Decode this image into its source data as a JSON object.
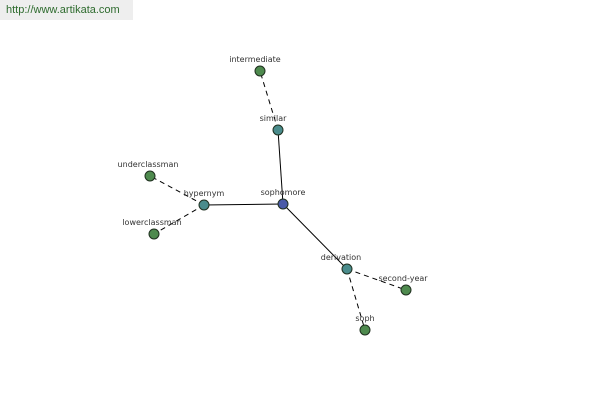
{
  "source_url": "http://www.artikata.com",
  "colors": {
    "center_node": "#4a5aa8",
    "relation_node": "#4a8c8c",
    "leaf_node": "#4e8a4e"
  },
  "graph": {
    "nodes": [
      {
        "id": "sophomore",
        "label": "sophomore",
        "kind": "center"
      },
      {
        "id": "similar",
        "label": "similar",
        "kind": "relation"
      },
      {
        "id": "intermediate",
        "label": "intermediate",
        "kind": "leaf"
      },
      {
        "id": "hypernym",
        "label": "hypernym",
        "kind": "relation"
      },
      {
        "id": "underclassman",
        "label": "underclassman",
        "kind": "leaf"
      },
      {
        "id": "lowerclassman",
        "label": "lowerclassman",
        "kind": "leaf"
      },
      {
        "id": "derivation",
        "label": "derivation",
        "kind": "relation"
      },
      {
        "id": "second-year",
        "label": "second-year",
        "kind": "leaf"
      },
      {
        "id": "soph",
        "label": "soph",
        "kind": "leaf"
      }
    ],
    "edges": [
      {
        "from": "sophomore",
        "to": "similar",
        "style": "solid"
      },
      {
        "from": "sophomore",
        "to": "hypernym",
        "style": "solid"
      },
      {
        "from": "sophomore",
        "to": "derivation",
        "style": "solid"
      },
      {
        "from": "similar",
        "to": "intermediate",
        "style": "dashed"
      },
      {
        "from": "hypernym",
        "to": "underclassman",
        "style": "dashed"
      },
      {
        "from": "hypernym",
        "to": "lowerclassman",
        "style": "dashed"
      },
      {
        "from": "derivation",
        "to": "second-year",
        "style": "dashed"
      },
      {
        "from": "derivation",
        "to": "soph",
        "style": "dashed"
      }
    ]
  }
}
